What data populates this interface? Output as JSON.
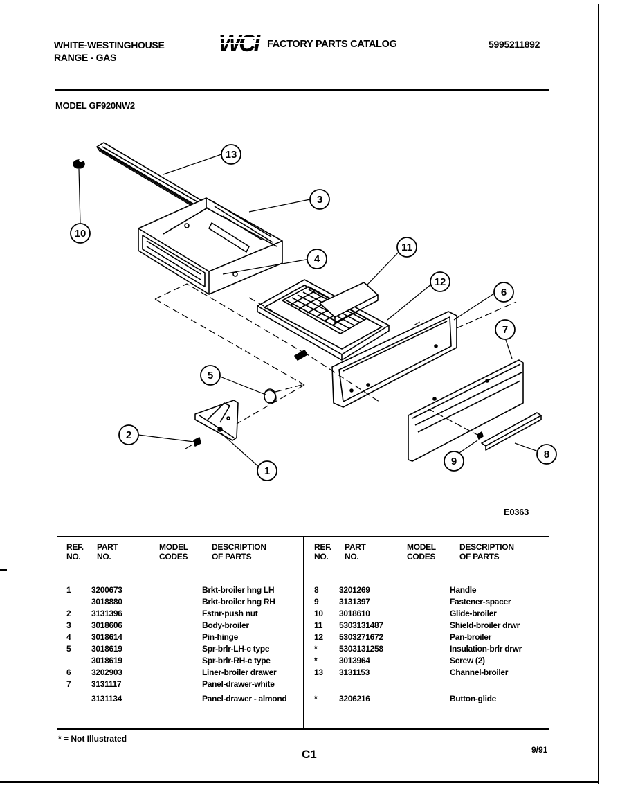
{
  "header": {
    "brand": "WHITE-WESTINGHOUSE",
    "product": "RANGE - GAS",
    "logo_text": "WCI",
    "catalog_title": "FACTORY PARTS CATALOG",
    "catalog_number": "5995211892",
    "model": "MODEL GF920NW2"
  },
  "diagram": {
    "callouts": [
      "13",
      "3",
      "10",
      "4",
      "11",
      "12",
      "6",
      "7",
      "5",
      "2",
      "1",
      "9",
      "8"
    ],
    "figure_code": "E0363"
  },
  "table": {
    "headers": {
      "ref": "REF.\nNO.",
      "part": "PART\nNO.",
      "model": "MODEL\nCODES",
      "desc": "DESCRIPTION\nOF PARTS"
    },
    "left_rows": [
      {
        "ref": "1",
        "part": "3200673",
        "codes": "",
        "desc": "Brkt-broiler hng LH"
      },
      {
        "ref": "",
        "part": "3018880",
        "codes": "",
        "desc": "Brkt-broiler hng RH"
      },
      {
        "ref": "2",
        "part": "3131396",
        "codes": "",
        "desc": "Fstnr-push nut"
      },
      {
        "ref": "3",
        "part": "3018606",
        "codes": "",
        "desc": "Body-broiler"
      },
      {
        "ref": "4",
        "part": "3018614",
        "codes": "",
        "desc": "Pin-hinge"
      },
      {
        "ref": "5",
        "part": "3018619",
        "codes": "",
        "desc": "Spr-brlr-LH-c type"
      },
      {
        "ref": "",
        "part": "3018619",
        "codes": "",
        "desc": "Spr-brlr-RH-c type"
      },
      {
        "ref": "6",
        "part": "3202903",
        "codes": "",
        "desc": "Liner-broiler drawer"
      },
      {
        "ref": "7",
        "part": "3131117",
        "codes": "",
        "desc": "Panel-drawer-white"
      },
      {
        "ref": "",
        "part": "3131134",
        "codes": "",
        "desc": "Panel-drawer - almond"
      }
    ],
    "right_rows": [
      {
        "ref": "8",
        "part": "3201269",
        "codes": "",
        "desc": "Handle"
      },
      {
        "ref": "9",
        "part": "3131397",
        "codes": "",
        "desc": "Fastener-spacer"
      },
      {
        "ref": "10",
        "part": "3018610",
        "codes": "",
        "desc": "Glide-broiler"
      },
      {
        "ref": "11",
        "part": "5303131487",
        "codes": "",
        "desc": "Shield-broiler drwr"
      },
      {
        "ref": "12",
        "part": "5303271672",
        "codes": "",
        "desc": "Pan-broiler"
      },
      {
        "ref": "*",
        "part": "5303131258",
        "codes": "",
        "desc": "Insulation-brlr drwr"
      },
      {
        "ref": "*",
        "part": "3013964",
        "codes": "",
        "desc": "Screw (2)"
      },
      {
        "ref": "13",
        "part": "3131153",
        "codes": "",
        "desc": "Channel-broiler"
      },
      {
        "ref": "",
        "part": "",
        "codes": "",
        "desc": ""
      },
      {
        "ref": "*",
        "part": "3206216",
        "codes": "",
        "desc": "Button-glide"
      }
    ]
  },
  "footer": {
    "note": "* = Not Illustrated",
    "page": "C1",
    "date": "9/91"
  }
}
